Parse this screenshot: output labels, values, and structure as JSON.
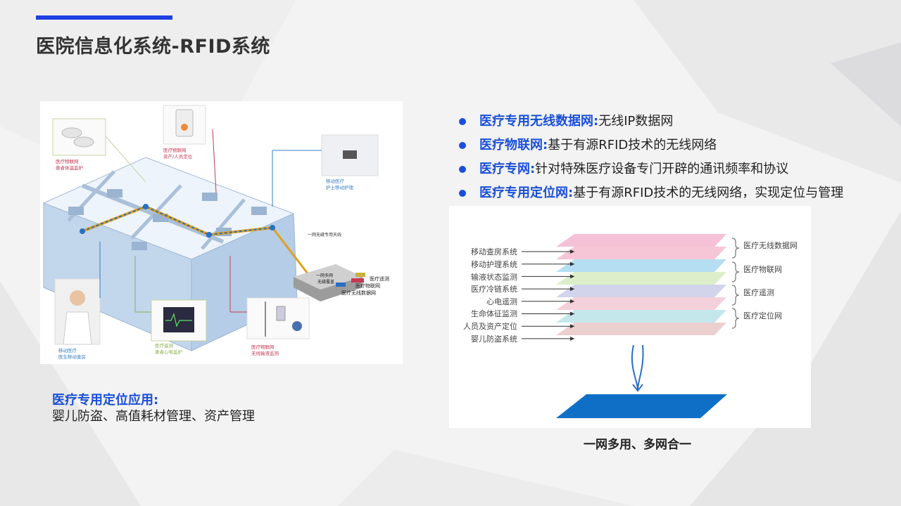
{
  "page": {
    "title": "医院信息化系统-RFID系统"
  },
  "left_diagram": {
    "building_labels": [
      "一网无缝专用天线"
    ],
    "gateway_labels": [
      "一网多网",
      "无缝覆盖"
    ],
    "network_tags": [
      "医疗遥测",
      "医疗物联网",
      "医疗无线数据网"
    ],
    "callouts": [
      {
        "line1": "医疗物联网",
        "line2": "患者体温监护",
        "color": "#c63a55"
      },
      {
        "line1": "医疗物联网",
        "line2": "资产/人员定位",
        "color": "#c63a55"
      },
      {
        "line1": "移动医疗",
        "line2": "护士移动护理",
        "color": "#3a7fbf"
      },
      {
        "line1": "移动医疗",
        "line2": "医生移动查房",
        "color": "#3a7fbf"
      },
      {
        "line1": "医疗遥测",
        "line2": "患者心电监护",
        "color": "#8ab04a"
      },
      {
        "line1": "医疗物联网",
        "line2": "无线输液监测",
        "color": "#c63a55"
      }
    ]
  },
  "caption": {
    "title": "医疗专用定位应用:",
    "body": "婴儿防盗、高值耗材管理、资产管理"
  },
  "bullets": [
    {
      "keyword": "医疗专用无线数据网:",
      "text": "无线IP数据网"
    },
    {
      "keyword": "医疗物联网:",
      "text": "基于有源RFID技术的无线网络"
    },
    {
      "keyword": "医疗专网:",
      "text": "针对特殊医疗设备专门开辟的通讯频率和协议"
    },
    {
      "keyword": "医疗专用定位网:",
      "text": "基于有源RFID技术的无线网络，实现定位与管理"
    }
  ],
  "right_diagram": {
    "systems": [
      "移动查房系统",
      "移动护理系统",
      "输液状态监测",
      "医疗冷链系统",
      "心电遥测",
      "生命体征监测",
      "人员及资产定位",
      "婴儿防盗系统"
    ],
    "networks": [
      "医疗无线数据网",
      "医疗物联网",
      "医疗遥测",
      "医疗定位网"
    ],
    "layer_colors": [
      "#f3b6cf",
      "#f6bccf",
      "#a8d8f0",
      "#d6ecc1",
      "#c9cde6",
      "#f2c8d3",
      "#b8e3e8",
      "#e9c7c7"
    ],
    "base_color": "#0f6fc6",
    "caption": "一网多用、多网合一"
  }
}
